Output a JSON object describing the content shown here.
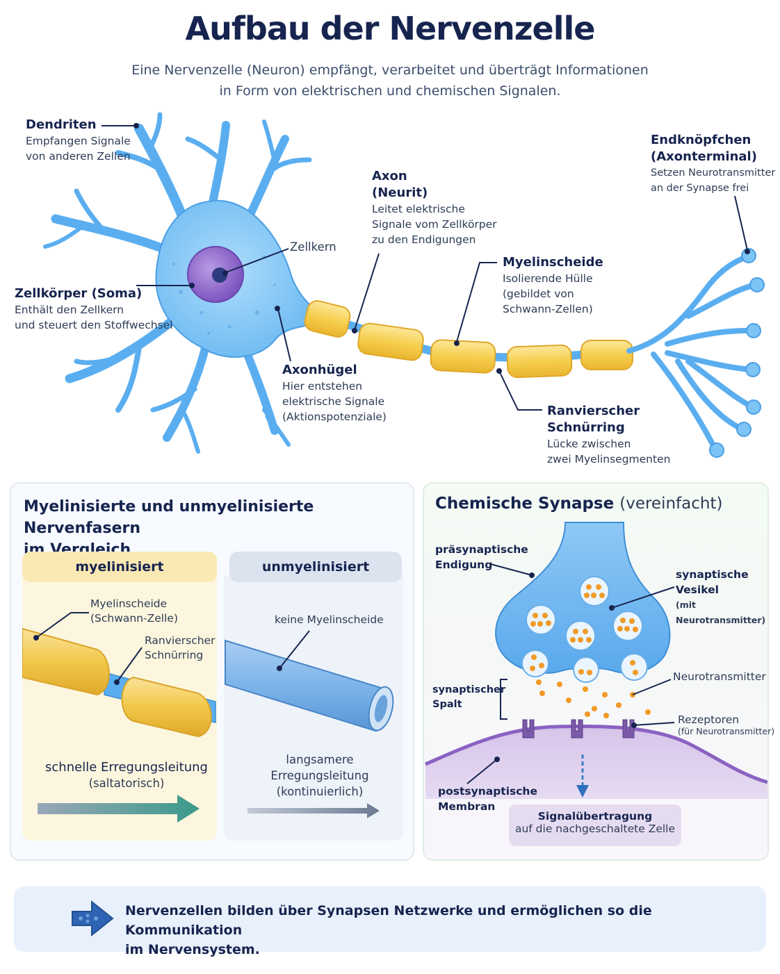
{
  "header": {
    "title": "Aufbau der Nervenzelle",
    "subtitle_line1": "Eine Nervenzelle (Neuron) empfängt, verarbeitet und überträgt Informationen",
    "subtitle_line2": "in Form von elektrischen und chemischen Signalen."
  },
  "neuron": {
    "dendriten": {
      "title": "Dendriten",
      "desc1": "Empfangen Signale",
      "desc2": "von anderen Zellen"
    },
    "zellkern": {
      "title": "Zellkern"
    },
    "soma": {
      "title": "Zellkörper (Soma)",
      "desc1": "Enthält den Zellkern",
      "desc2": "und steuert den Stoffwechsel"
    },
    "axonhuegel": {
      "title": "Axonhügel",
      "desc1": "Hier entstehen",
      "desc2": "elektrische Signale",
      "desc3": "(Aktionspotenziale)"
    },
    "axon": {
      "title1": "Axon",
      "title2": "(Neurit)",
      "desc1": "Leitet elektrische",
      "desc2": "Signale vom Zellkörper",
      "desc3": "zu den Endigungen"
    },
    "myelin": {
      "title": "Myelinscheide",
      "desc1": "Isolierende Hülle",
      "desc2": "(gebildet von",
      "desc3": "Schwann-Zellen)"
    },
    "ranvier": {
      "title1": "Ranvierscher",
      "title2": "Schnürring",
      "desc1": "Lücke zwischen",
      "desc2": "zwei Myelinsegmenten"
    },
    "terminal": {
      "title1": "Endknöpfchen",
      "title2": "(Axonterminal)",
      "desc1": "Setzen Neurotransmitter",
      "desc2": "an der Synapse frei"
    }
  },
  "comparison": {
    "title_line1": "Myelinisierte und unmyelinisierte Nervenfasern",
    "title_line2": "im Vergleich",
    "myelinated": {
      "heading": "myelinisiert",
      "label_myelin1": "Myelinscheide",
      "label_myelin2": "(Schwann-Zelle)",
      "label_ranvier1": "Ranvierscher",
      "label_ranvier2": "Schnürring",
      "speed1": "schnelle Erregungsleitung",
      "speed2": "(saltatorisch)"
    },
    "unmyelinated": {
      "heading": "unmyelinisiert",
      "label_none": "keine Myelinscheide",
      "speed1": "langsamere",
      "speed2": "Erregungsleitung",
      "speed3": "(kontinuierlich)"
    }
  },
  "synapse": {
    "title": "Chemische Synapse",
    "title_sub": "(vereinfacht)",
    "presyn1": "präsynaptische",
    "presyn2": "Endigung",
    "vesikel1": "synaptische",
    "vesikel2": "Vesikel",
    "vesikel_sub": "(mit Neurotransmitter)",
    "spalt1": "synaptischer",
    "spalt2": "Spalt",
    "neurotransmitter": "Neurotransmitter",
    "rezeptoren": "Rezeptoren",
    "rezeptoren_sub": "(für Neurotransmitter)",
    "postsyn1": "postsynaptische",
    "postsyn2": "Membran",
    "signal1": "Signalübertragung",
    "signal2": "auf die nachgeschaltete Zelle"
  },
  "footer": {
    "line1": "Nervenzellen bilden über Synapsen Netzwerke und ermöglichen so die Kommunikation",
    "line2": "im Nervensystem."
  },
  "colors": {
    "neuron_blue": "#5aaef0",
    "myelin_yellow": "#f6cf4f",
    "nucleus_purple": "#8b62c9",
    "arrow_teal": "#3a9a8a",
    "title_navy": "#16244f"
  }
}
